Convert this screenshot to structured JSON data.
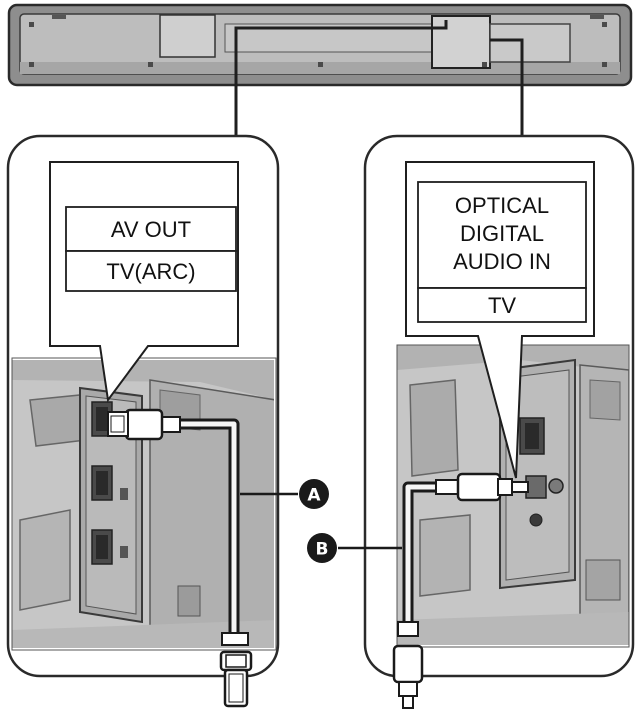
{
  "left_panel": {
    "label_top": "AV OUT",
    "label_bottom": "TV(ARC)"
  },
  "right_panel": {
    "label_line1": "OPTICAL",
    "label_line2": "DIGITAL",
    "label_line3": "AUDIO IN",
    "label_bottom": "TV"
  },
  "callouts": {
    "hdmi_cable": "A",
    "optical_cable": "B"
  },
  "colors": {
    "soundbar": "#b9b9b9",
    "tv_panel": "#c4c4c4",
    "tv_panel_dark": "#9a9a9a",
    "outline": "#2a2a2a",
    "callout_fill": "#1a1a1a"
  }
}
